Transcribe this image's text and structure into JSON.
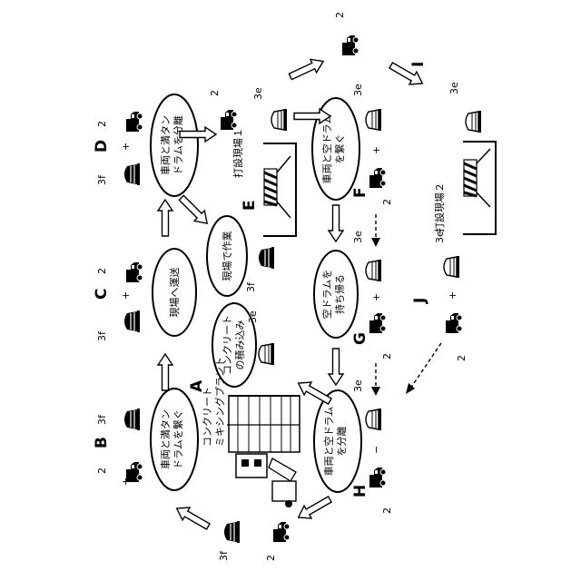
{
  "step_letters": {
    "A": "A",
    "B": "B",
    "C": "C",
    "D": "D",
    "E": "E",
    "F": "F",
    "G": "G",
    "H": "H",
    "I": "I",
    "J": "J"
  },
  "reference_numerals": {
    "vehicle": "2",
    "mixer_drum": "3e",
    "full_drum": "3f"
  },
  "steps": {
    "A": {
      "title": "コンクリート\nミキシングプラント",
      "bubble": "コンクリート\nの積み込み"
    },
    "B": {
      "bubble": "車両と満タン\nドラムを繋ぐ"
    },
    "C": {
      "bubble": "現場へ運送"
    },
    "D": {
      "bubble": "車両と満タン\nドラムを分離"
    },
    "E": {
      "site": "打設現場１",
      "bubble": "現場で作業"
    },
    "F": {
      "bubble": "車両と空ドラム\nを繋ぐ"
    },
    "G": {
      "bubble": "空ドラムを\n持ち帰る"
    },
    "H": {
      "bubble": "車両と空ドラム\nを分離"
    },
    "I": {
      "site": "打設現場２"
    }
  },
  "symbols": {
    "plus": "+",
    "minus": "−"
  }
}
